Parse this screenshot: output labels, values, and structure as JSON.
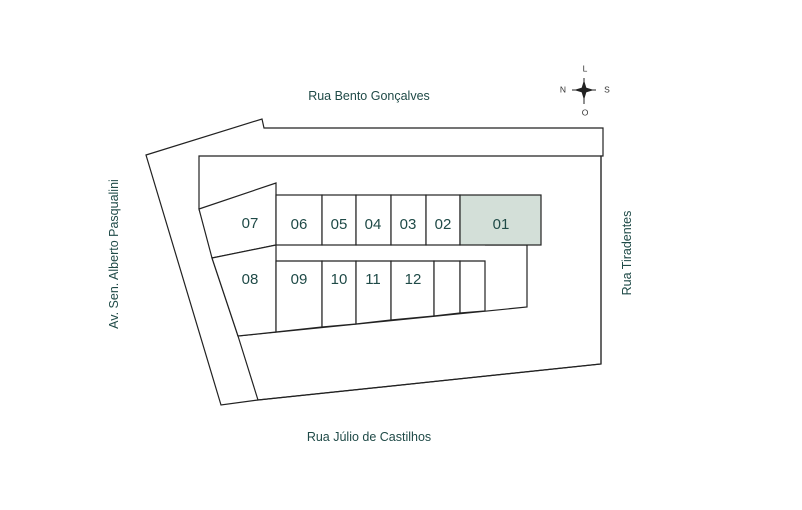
{
  "streets": {
    "north": "Rua Bento Gonçalves",
    "south": "Rua Júlio de Castilhos",
    "west": "Av. Sen. Alberto Pasqualini",
    "east": "Rua Tiradentes"
  },
  "compass": {
    "top": "L",
    "left": "N",
    "right": "S",
    "bottom": "O"
  },
  "lots": {
    "l01": "01",
    "l02": "02",
    "l03": "03",
    "l04": "04",
    "l05": "05",
    "l06": "06",
    "l07": "07",
    "l08": "08",
    "l09": "09",
    "l10": "10",
    "l11": "11",
    "l12": "12"
  },
  "colors": {
    "highlight": "#d3dfd8",
    "text": "#1f4a47",
    "lines": "#222222"
  },
  "highlighted_lot": "01"
}
